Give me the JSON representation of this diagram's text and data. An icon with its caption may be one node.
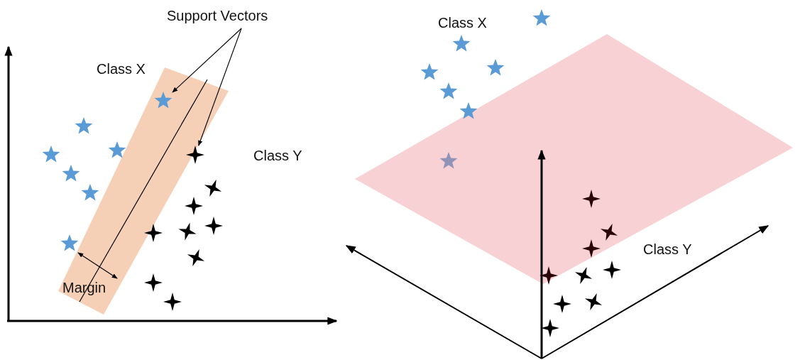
{
  "diagram": {
    "nodes": [
      {
        "text": [
          "Support Vectors"
        ]
      },
      {
        "text": [],
        "shape": "star"
      },
      {
        "text": [],
        "shape": "star"
      },
      {
        "text": [],
        "shape": "star"
      },
      {
        "text": [],
        "shape": "star"
      },
      {
        "text": [],
        "shape": "star"
      },
      {
        "text": [],
        "shape": "star"
      },
      {
        "text": [],
        "shape": "star"
      },
      {
        "text": [],
        "shape": "star"
      },
      {
        "text": [],
        "shape": "star"
      },
      {
        "text": [],
        "shape": "star"
      },
      {
        "text": [],
        "shape": "star"
      },
      {
        "text": [],
        "shape": "star"
      },
      {
        "text": [],
        "shape": "star"
      },
      {
        "text": [],
        "shape": "star"
      },
      {
        "text": [],
        "shape": "star"
      },
      {
        "text": [],
        "shape": "star"
      },
      {
        "text": [],
        "shape": "star"
      },
      {
        "text": [],
        "shape": "star"
      },
      {
        "text": [],
        "shape": "star"
      },
      {
        "text": [],
        "shape": "star"
      },
      {
        "text": [],
        "shape": "star"
      },
      {
        "text": [],
        "shape": "star"
      },
      {
        "text": [],
        "shape": "star"
      },
      {
        "text": [],
        "shape": "star"
      },
      {
        "text": [],
        "shape": "star"
      },
      {
        "text": [],
        "shape": "star"
      },
      {
        "text": [],
        "shape": "star"
      },
      {
        "text": [],
        "shape": "star"
      },
      {
        "text": [],
        "shape": "star"
      },
      {
        "text": [],
        "shape": "star"
      },
      {
        "text": [],
        "shape": "star"
      },
      {
        "text": [],
        "shape": "star"
      }
    ],
    "edges": [
      {
        "from": 0,
        "to": 1,
        "arrow": "to"
      },
      {
        "from": 0,
        "to": 2,
        "arrow": "to"
      }
    ],
    "labels": [
      "Class X",
      "Class Y",
      "Margin",
      "Class X",
      "Class Y"
    ]
  }
}
